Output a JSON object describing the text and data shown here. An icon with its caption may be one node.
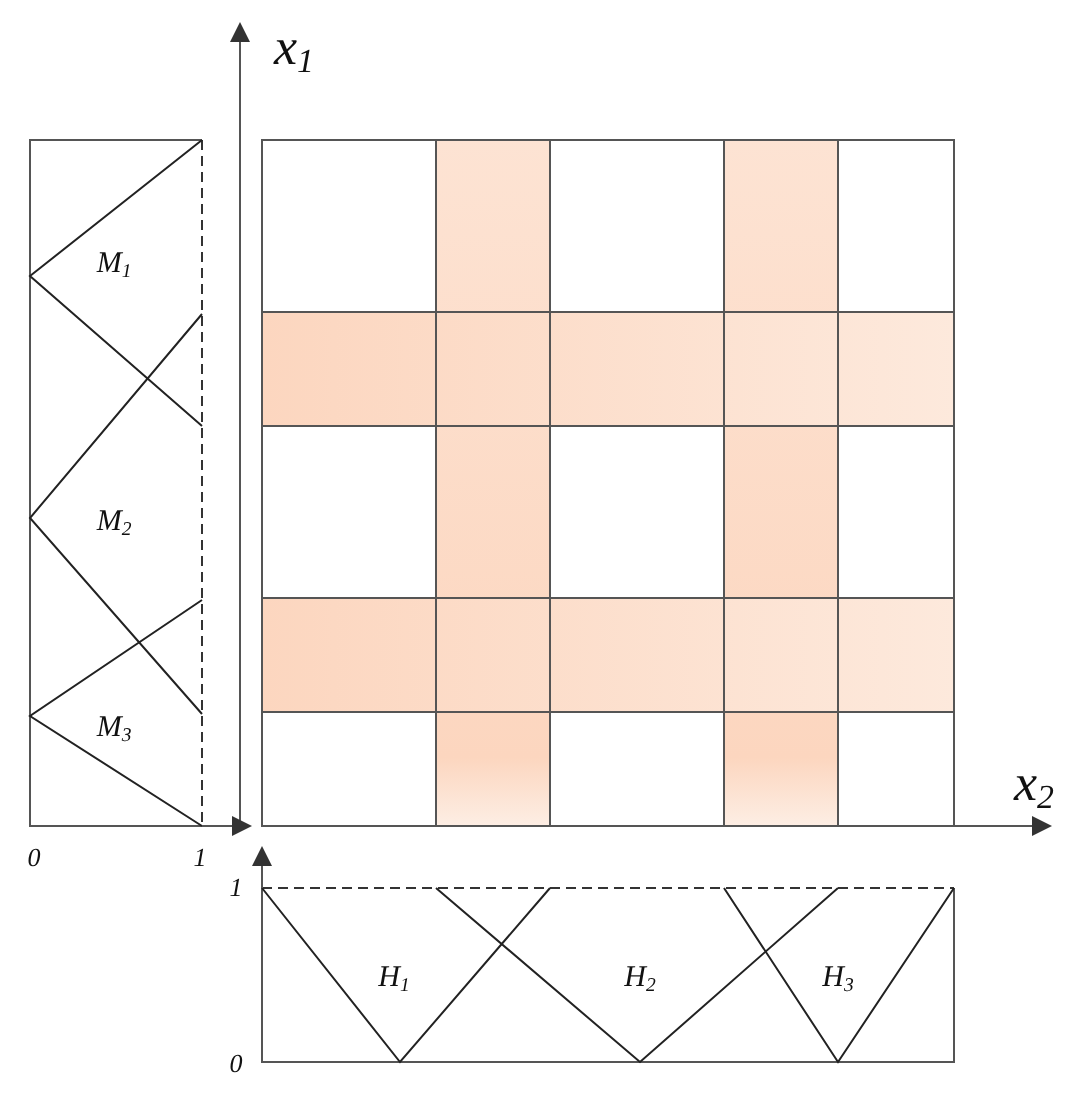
{
  "diagram": {
    "labels": [
      "x$_{1}$",
      "M$_{1}$",
      "M$_{2}$",
      "M$_{3}$",
      "x$_{2}$",
      "0",
      "1",
      "1",
      "H$_{1}$",
      "H$_{2}$",
      "H$_{3}$",
      "0"
    ]
  }
}
